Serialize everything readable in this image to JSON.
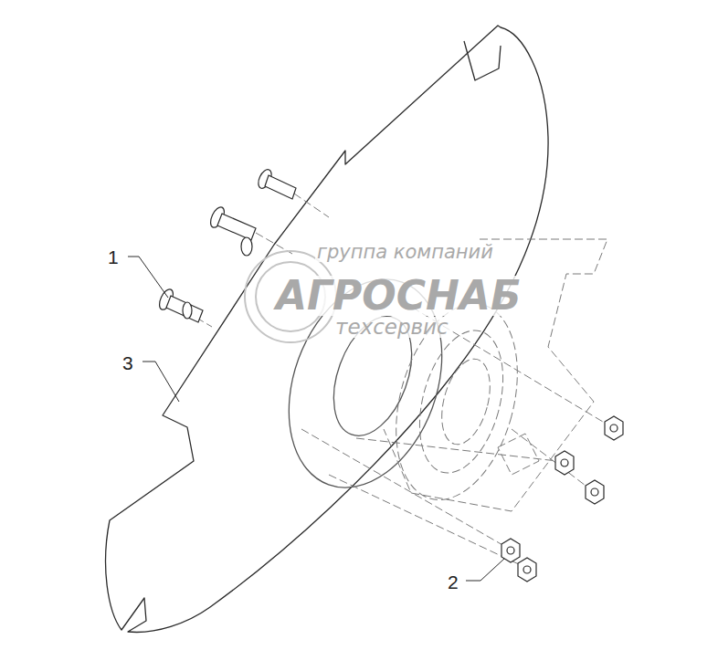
{
  "diagram": {
    "labels": [
      "1",
      "2",
      "3",
      "группа компаний",
      "АГРОСНАБ",
      "техсервис"
    ]
  }
}
